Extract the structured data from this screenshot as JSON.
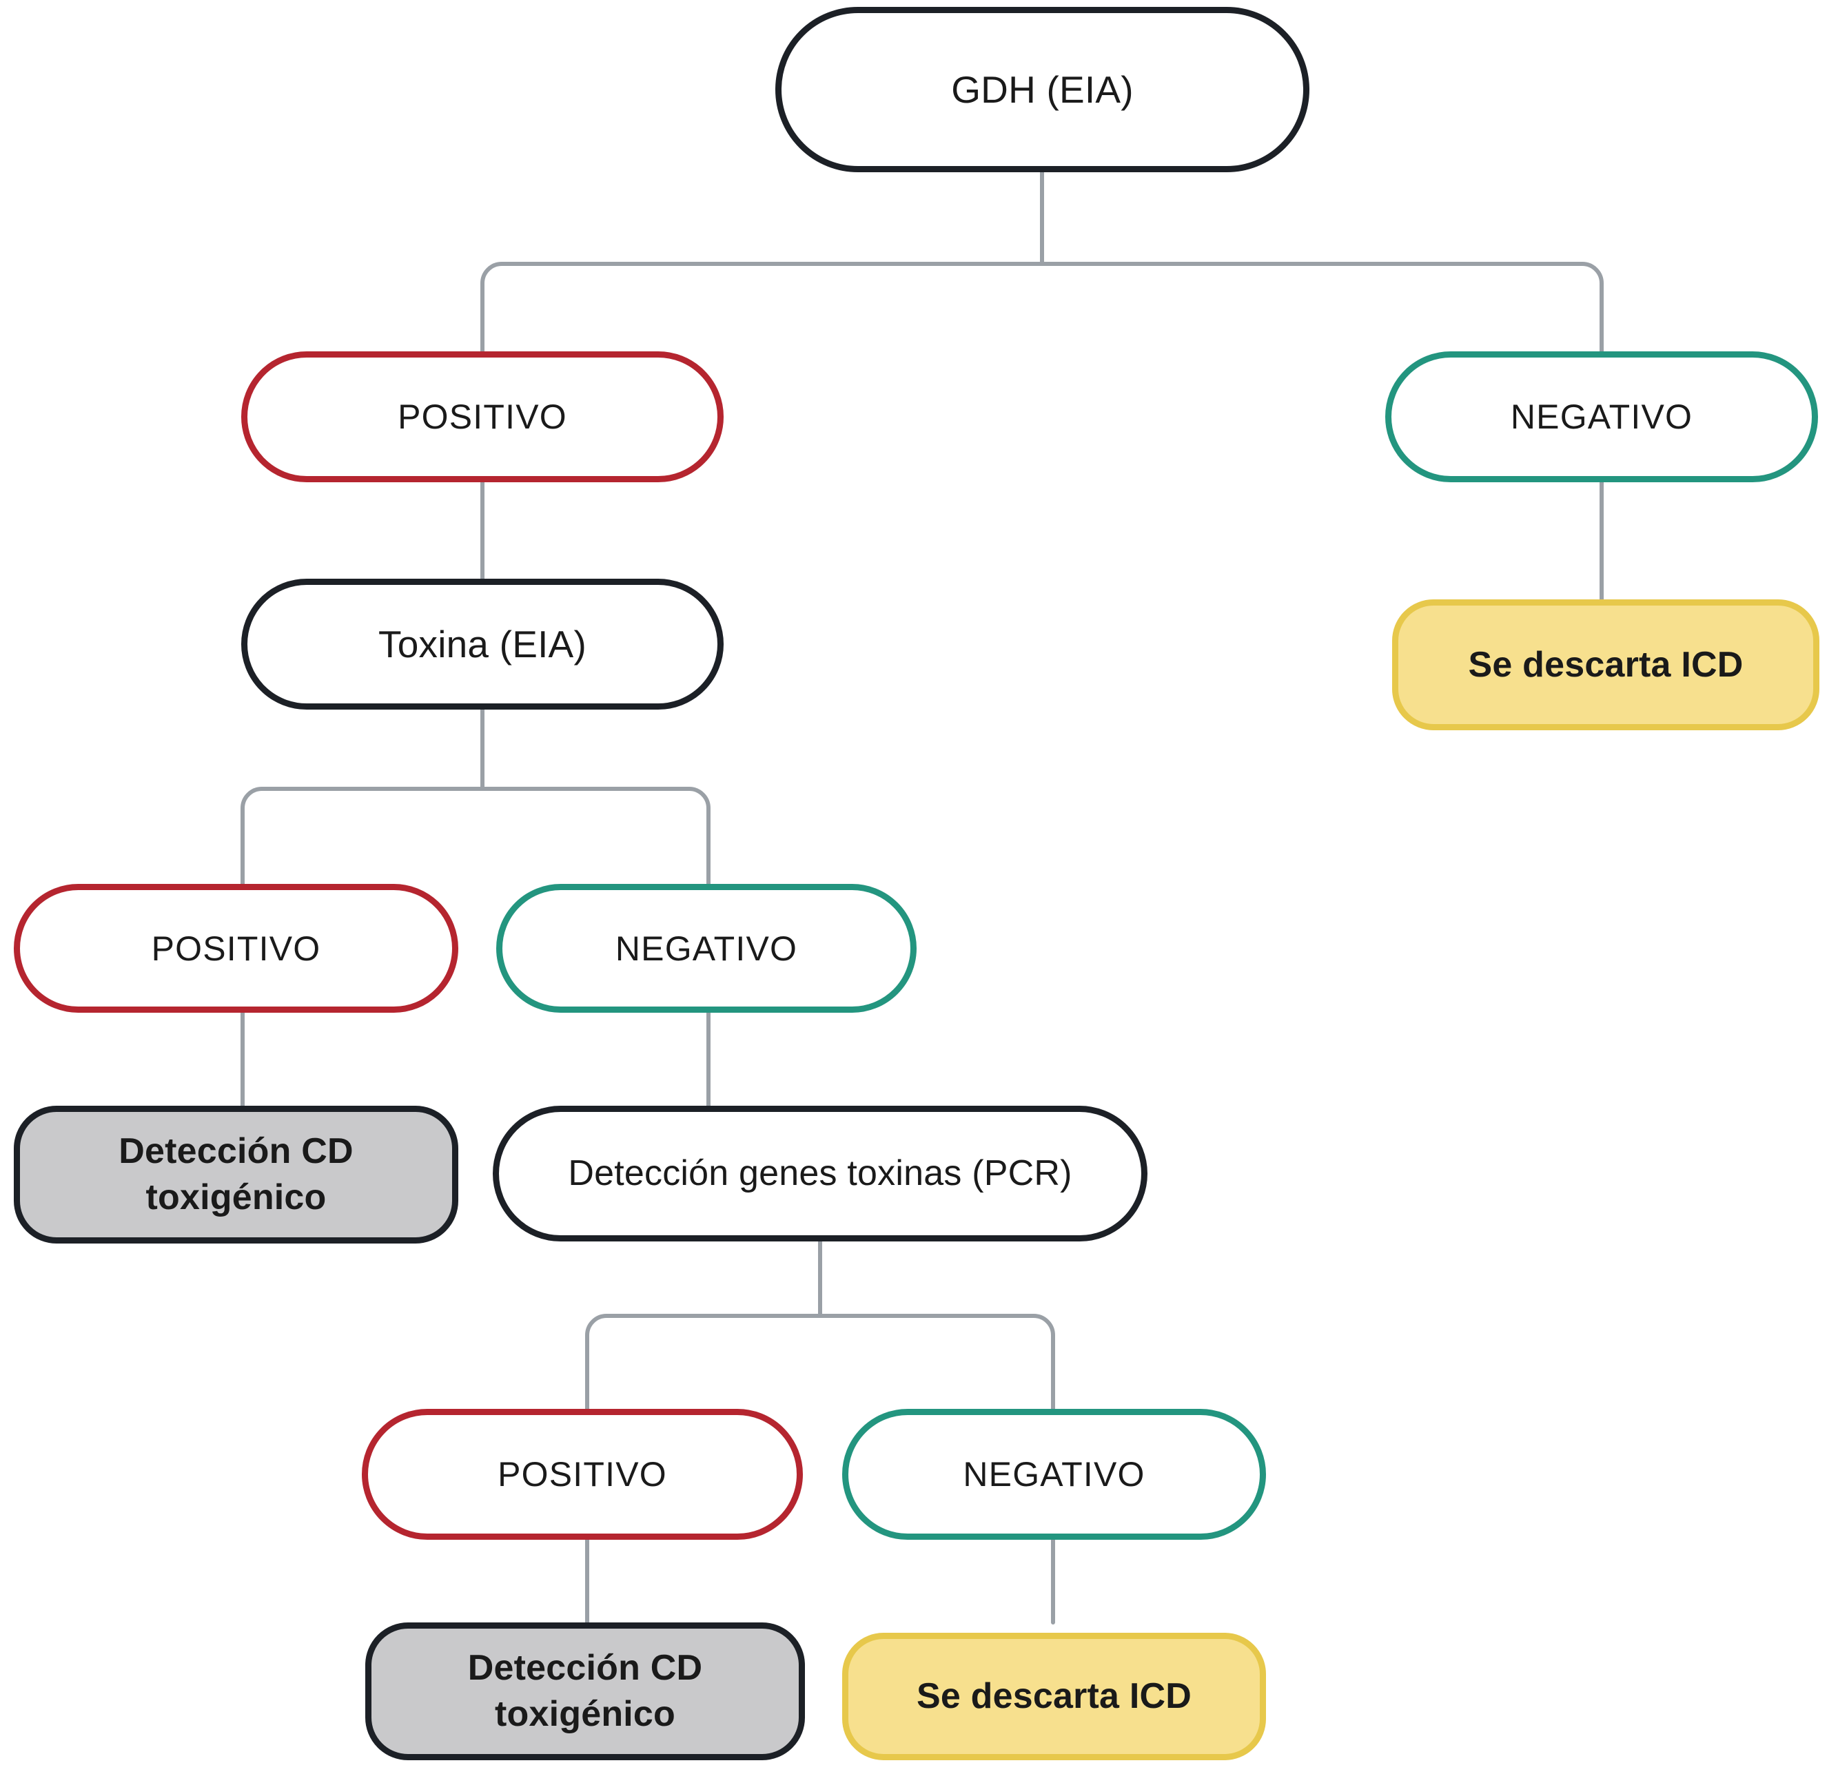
{
  "diagram": {
    "title_text": "GDH (EIA)",
    "colors": {
      "outline_dark": "#1c2026",
      "outline_red": "#b5252f",
      "outline_teal": "#23957f",
      "fill_gray": "#c9c9cb",
      "fill_yellow": "#f7e08e",
      "outline_yellow": "#e7c84b",
      "connector": "#9aa0a6",
      "background": "#ffffff",
      "text": "#1a1a1a"
    },
    "nodes": {
      "gdh": {
        "label": "GDH (EIA)",
        "kind": "test",
        "style": "dark"
      },
      "gdh_positivo": {
        "label": "POSITIVO",
        "kind": "state",
        "style": "red"
      },
      "gdh_negativo": {
        "label": "NEGATIVO",
        "kind": "state",
        "style": "teal"
      },
      "gdh_negativo_result": {
        "label": "Se descarta ICD",
        "kind": "result",
        "style": "yellow"
      },
      "toxina": {
        "label": "Toxina (EIA)",
        "kind": "test",
        "style": "dark"
      },
      "toxina_positivo": {
        "label": "POSITIVO",
        "kind": "state",
        "style": "red"
      },
      "toxina_negativo": {
        "label": "NEGATIVO",
        "kind": "state",
        "style": "teal"
      },
      "toxina_positivo_result": {
        "label": "Detección CD\ntoxigénico",
        "kind": "result",
        "style": "gray"
      },
      "pcr": {
        "label": "Detección genes toxinas (PCR)",
        "kind": "test",
        "style": "dark"
      },
      "pcr_positivo": {
        "label": "POSITIVO",
        "kind": "state",
        "style": "red"
      },
      "pcr_negativo": {
        "label": "NEGATIVO",
        "kind": "state",
        "style": "teal"
      },
      "pcr_positivo_result": {
        "label": "Detección CD\ntoxigénico",
        "kind": "result",
        "style": "gray"
      },
      "pcr_negativo_result": {
        "label": "Se descarta ICD",
        "kind": "result",
        "style": "yellow"
      }
    },
    "edges": [
      {
        "from": "gdh",
        "to": "gdh_positivo",
        "type": "branch-left"
      },
      {
        "from": "gdh",
        "to": "gdh_negativo",
        "type": "branch-right"
      },
      {
        "from": "gdh_negativo",
        "to": "gdh_negativo_result",
        "type": "straight"
      },
      {
        "from": "gdh_positivo",
        "to": "toxina",
        "type": "straight"
      },
      {
        "from": "toxina",
        "to": "toxina_positivo",
        "type": "branch-left"
      },
      {
        "from": "toxina",
        "to": "toxina_negativo",
        "type": "branch-right"
      },
      {
        "from": "toxina_positivo",
        "to": "toxina_positivo_result",
        "type": "straight"
      },
      {
        "from": "toxina_negativo",
        "to": "pcr",
        "type": "straight"
      },
      {
        "from": "pcr",
        "to": "pcr_positivo",
        "type": "branch-left"
      },
      {
        "from": "pcr",
        "to": "pcr_negativo",
        "type": "branch-right"
      },
      {
        "from": "pcr_positivo",
        "to": "pcr_positivo_result",
        "type": "straight"
      },
      {
        "from": "pcr_negativo",
        "to": "pcr_negativo_result",
        "type": "straight"
      }
    ]
  }
}
